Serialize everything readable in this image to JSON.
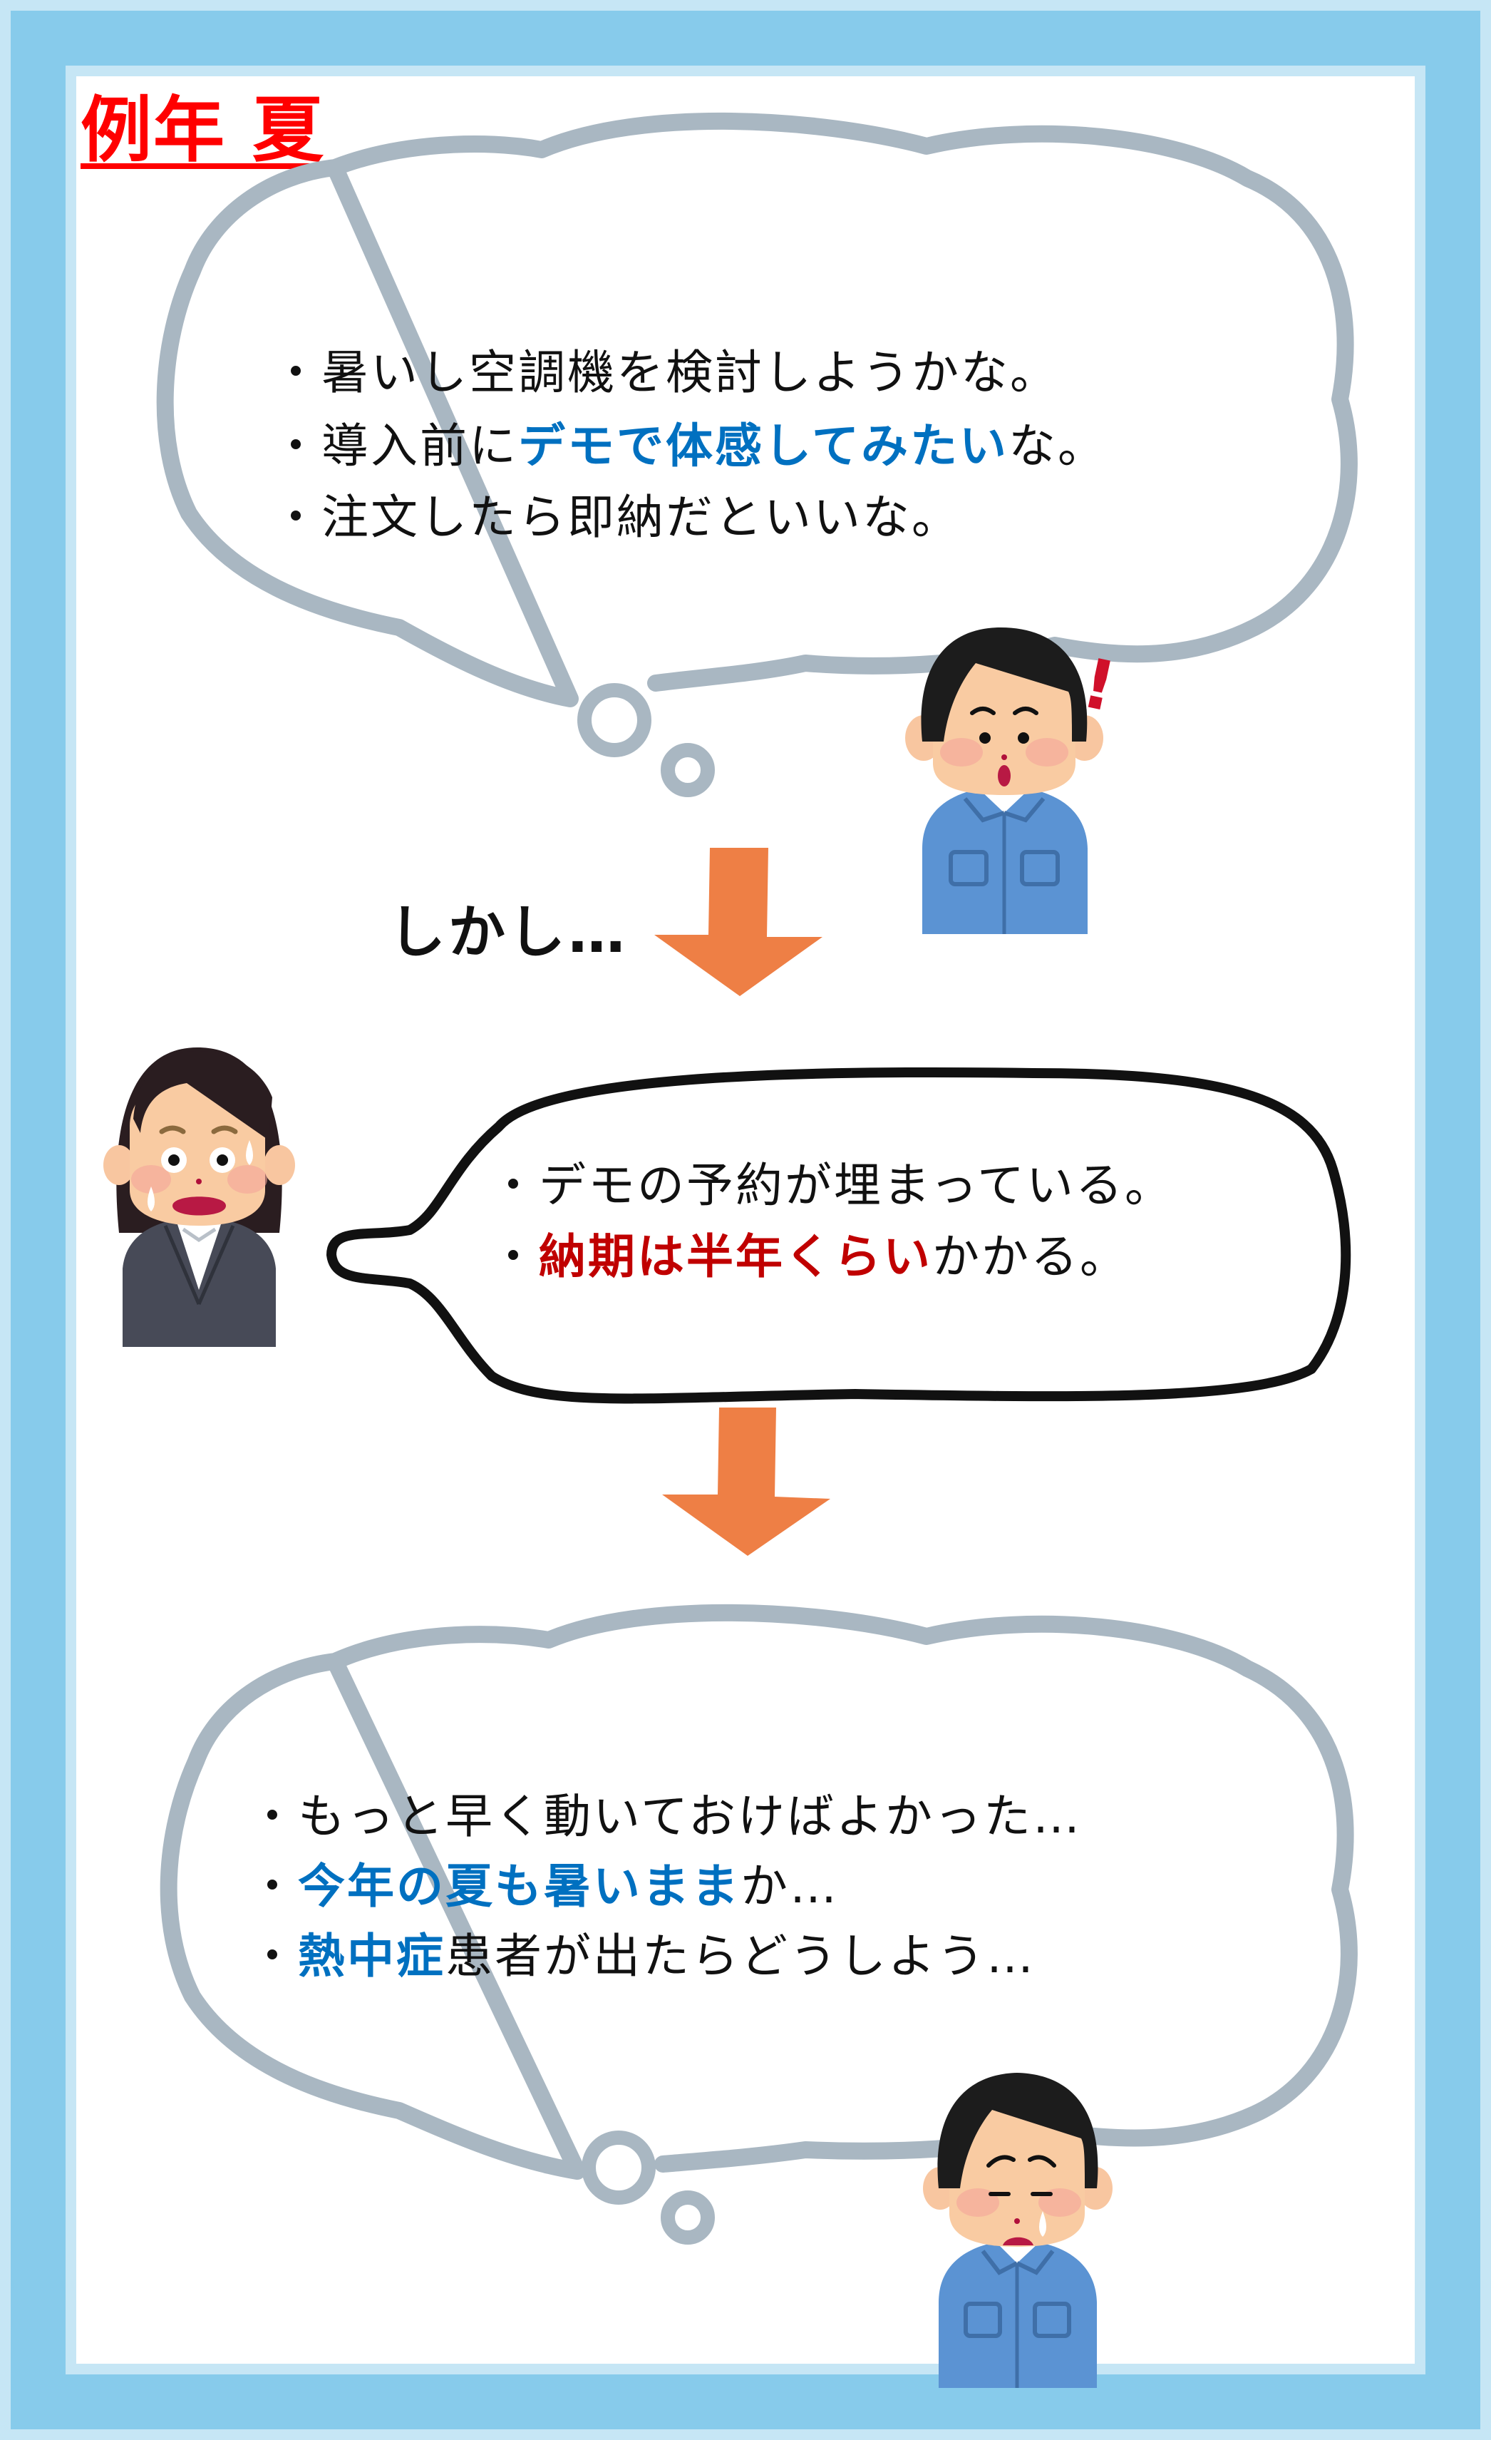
{
  "title": "例年 夏",
  "scene1": {
    "thought_lines": [
      {
        "bullet": "・",
        "pre": "暑いし空調機を検討しようかな。",
        "highlight": "",
        "post": ""
      },
      {
        "bullet": "・",
        "pre": "導入前に",
        "highlight": "デモで体感してみたい",
        "post": "な。"
      },
      {
        "bullet": "・",
        "pre": "注文したら即納だといいな。",
        "highlight": "",
        "post": ""
      }
    ],
    "character": "worker-man-surprised",
    "exclamation": "!"
  },
  "transition_label": "しかし…",
  "scene2": {
    "speech_lines": [
      {
        "bullet": "・",
        "pre": "デモの予約が埋まっている。",
        "highlight": "",
        "post": ""
      },
      {
        "bullet": "・",
        "pre": "",
        "highlight": "納期は半年くらい",
        "post": "かかる。"
      }
    ],
    "character": "business-woman-shocked"
  },
  "scene3": {
    "thought_lines": [
      {
        "bullet": "・",
        "pre": "もっと早く動いておけばよかった…",
        "highlight": "",
        "post": ""
      },
      {
        "bullet": "・",
        "pre": "",
        "highlight": "今年の夏も暑いまま",
        "post": "か…"
      },
      {
        "bullet": "・",
        "pre": "",
        "highlight": "熱中症",
        "post": "患者が出たらどうしよう…"
      }
    ],
    "character": "worker-man-sad"
  },
  "colors": {
    "frame_outer": "#C6E6F5",
    "frame_band": "#87CBEB",
    "title_red": "#FF0000",
    "highlight_blue": "#0070C0",
    "highlight_red": "#C00000",
    "thought_outline": "#A9B7C2",
    "speech_outline": "#111111",
    "arrow_orange": "#EE7F45"
  }
}
